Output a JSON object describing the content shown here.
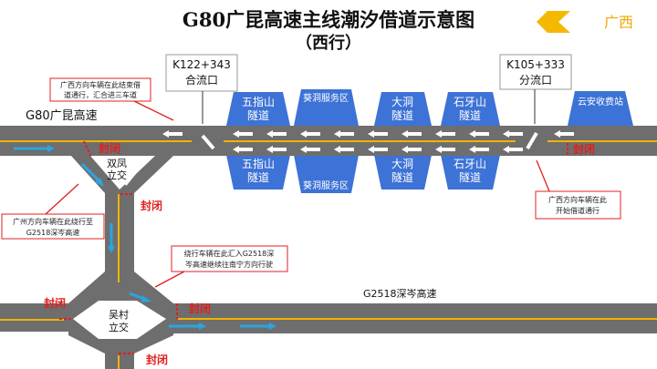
{
  "header": {
    "title": "G80广昆高速主线潮汐借道示意图",
    "subtitle": "（西行）",
    "direction_label": "广西"
  },
  "roads": {
    "main": "G80广昆高速",
    "secondary": "G2518深岑高速"
  },
  "interchanges": {
    "shuangfeng": [
      "双凤",
      "立交"
    ],
    "wucun": [
      "吴村",
      "立交"
    ]
  },
  "points": {
    "merge": {
      "km": "K122+343",
      "label": "合流口"
    },
    "split": {
      "km": "K105+333",
      "label": "分流口"
    }
  },
  "facilities": {
    "wuzhishan": [
      "五指山",
      "隧道"
    ],
    "kuidong": "葵洞服务区",
    "dadong": [
      "大洞",
      "隧道"
    ],
    "shiyashan": [
      "石牙山",
      "隧道"
    ],
    "yunan": "云安收费站"
  },
  "closed_label": "封闭",
  "notes": {
    "merge_note": [
      "广西方向车辆在此结束借",
      "道通行，汇合进三车道"
    ],
    "detour_note": [
      "广州方向车辆在此绕行至",
      "G2518深岑高速"
    ],
    "rejoin_note": [
      "绕行车辆在此汇入G2518深",
      "岑高速继续往南宁方向行驶"
    ],
    "split_note": [
      "广西方向车辆在此",
      "开始借道通行"
    ]
  },
  "colors": {
    "road": "#6e6e6e",
    "center_line": "#f0b400",
    "tunnel": "#3d72d6",
    "flow": "#2aa5e2",
    "closed": "#e02020",
    "direction": "#f5b800"
  }
}
